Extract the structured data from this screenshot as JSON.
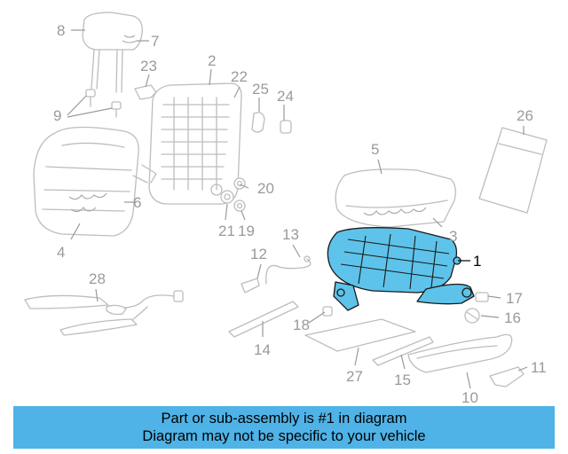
{
  "callouts": [
    {
      "id": "1",
      "label": "1"
    },
    {
      "id": "2",
      "label": "2"
    },
    {
      "id": "3",
      "label": "3"
    },
    {
      "id": "4",
      "label": "4"
    },
    {
      "id": "5",
      "label": "5"
    },
    {
      "id": "6",
      "label": "6"
    },
    {
      "id": "7",
      "label": "7"
    },
    {
      "id": "8",
      "label": "8"
    },
    {
      "id": "9",
      "label": "9"
    },
    {
      "id": "10",
      "label": "10"
    },
    {
      "id": "11",
      "label": "11"
    },
    {
      "id": "12",
      "label": "12"
    },
    {
      "id": "13",
      "label": "13"
    },
    {
      "id": "14",
      "label": "14"
    },
    {
      "id": "15",
      "label": "15"
    },
    {
      "id": "16",
      "label": "16"
    },
    {
      "id": "17",
      "label": "17"
    },
    {
      "id": "18",
      "label": "18"
    },
    {
      "id": "19",
      "label": "19"
    },
    {
      "id": "20",
      "label": "20"
    },
    {
      "id": "21",
      "label": "21"
    },
    {
      "id": "22",
      "label": "22"
    },
    {
      "id": "23",
      "label": "23"
    },
    {
      "id": "24",
      "label": "24"
    },
    {
      "id": "25",
      "label": "25"
    },
    {
      "id": "26",
      "label": "26"
    },
    {
      "id": "27",
      "label": "27"
    },
    {
      "id": "28",
      "label": "28"
    }
  ],
  "highlight": {
    "part": "1",
    "color": "#5ec3ea"
  },
  "caption": {
    "line1": "Part or sub-assembly is #1 in diagram",
    "line2": "Diagram may not be specific to your vehicle",
    "background": "#4fb3e8"
  }
}
